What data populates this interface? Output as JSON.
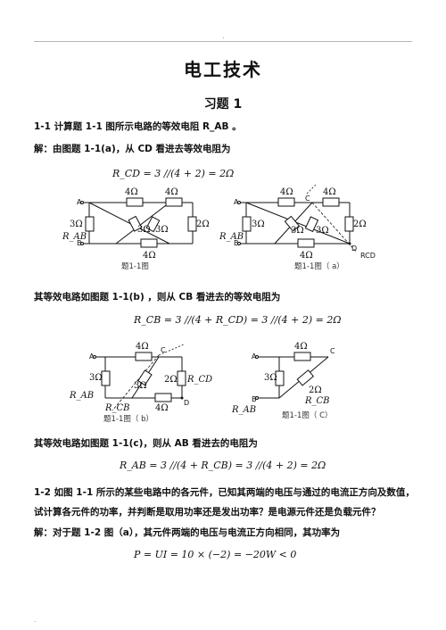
{
  "header": {
    "dot_top": ".",
    "dot_bottom": "."
  },
  "doc": {
    "title": "电工技术",
    "subtitle": "习题 1",
    "p1": "1-1    计算题 1-1 图所示电路的等效电阻 R_AB 。",
    "p2": "解：由图题 1-1(a)，从 CD 看进去等效电阻为",
    "eq1": "R_CD = 3 //(4 + 2) = 2Ω",
    "p3": "其等效电路如图题 1-1(b) ，则从 CB 看进去的等效电阻为",
    "eq2": "R_CB = 3 //(4 + R_CD) = 3 //(4 + 2) = 2Ω",
    "p4": "其等效电路如图题 1-1(c)，则从 AB 看进去的电阻为",
    "eq3": "R_AB = 3 //(4 + R_CB) = 3 //(4 + 2) = 2Ω",
    "p5": "1-2    如图  1-1  所示的某些电路中的各元件，已知其两端的电压与通过的电流正方向及数值，",
    "p6": "试计算各元件的功率，并判断是取用功率还是发出功率？是电源元件还是负载元件？",
    "p7": "解：对于题 1-2 图（a），其元件两端的电压与电流正方向相同，其功率为",
    "eq4": "P = UI = 10 × (−2) = −20W < 0"
  },
  "figures": {
    "fig1": {
      "caption": "题1-1图",
      "r_top1": "4Ω",
      "r_top2": "4Ω",
      "r_left": "3Ω",
      "r_mid1": "3Ω",
      "r_mid2": "3Ω",
      "r_right": "2Ω",
      "r_bottom": "4Ω",
      "node_a": "A",
      "node_b": "B",
      "rab": "R_AB"
    },
    "fig1a": {
      "caption": "题1-1图（ a）",
      "r_top1": "4Ω",
      "r_top2": "4Ω",
      "r_left": "3Ω",
      "r_mid1": "3Ω",
      "r_mid2": "3Ω",
      "r_right": "2Ω",
      "r_bottom": "4Ω",
      "node_a": "A",
      "node_b": "B",
      "node_c": "C",
      "node_d": "D",
      "rab": "R_AB",
      "rcd": "RCD"
    },
    "fig1b": {
      "caption": "题1-1图（ b）",
      "r_top": "4Ω",
      "r_left": "3Ω",
      "r_mid": "3Ω",
      "r_right_val": "2Ω",
      "r_right_name": "R_CD",
      "r_bottom": "4Ω",
      "node_a": "A",
      "node_c": "C",
      "node_d": "D",
      "rab": "R_AB",
      "rcb": "R_CB"
    },
    "fig1c": {
      "caption": "题1-1图（ C）",
      "r_top": "4Ω",
      "r_left": "3Ω",
      "r_diag_val": "2Ω",
      "r_diag_name": "R_CB",
      "node_a": "A",
      "node_b": "B",
      "node_c": "C",
      "rab": "R_AB"
    }
  }
}
